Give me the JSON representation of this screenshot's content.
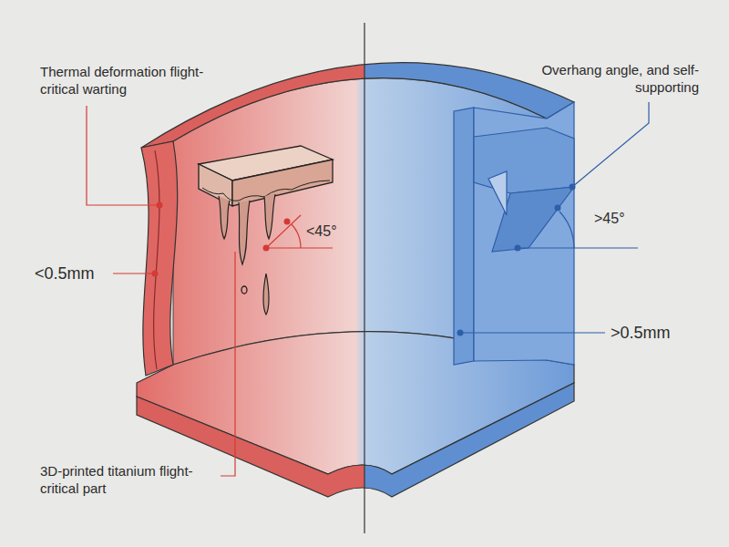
{
  "diagram": {
    "labels": [
      "Thermal deformation flight-critical warting",
      "Overhang angle, and self-supporting",
      "<45°",
      ">45°",
      "<0.5mm",
      ">0.5mm",
      "3D-printed titanium flight-critical part"
    ]
  }
}
